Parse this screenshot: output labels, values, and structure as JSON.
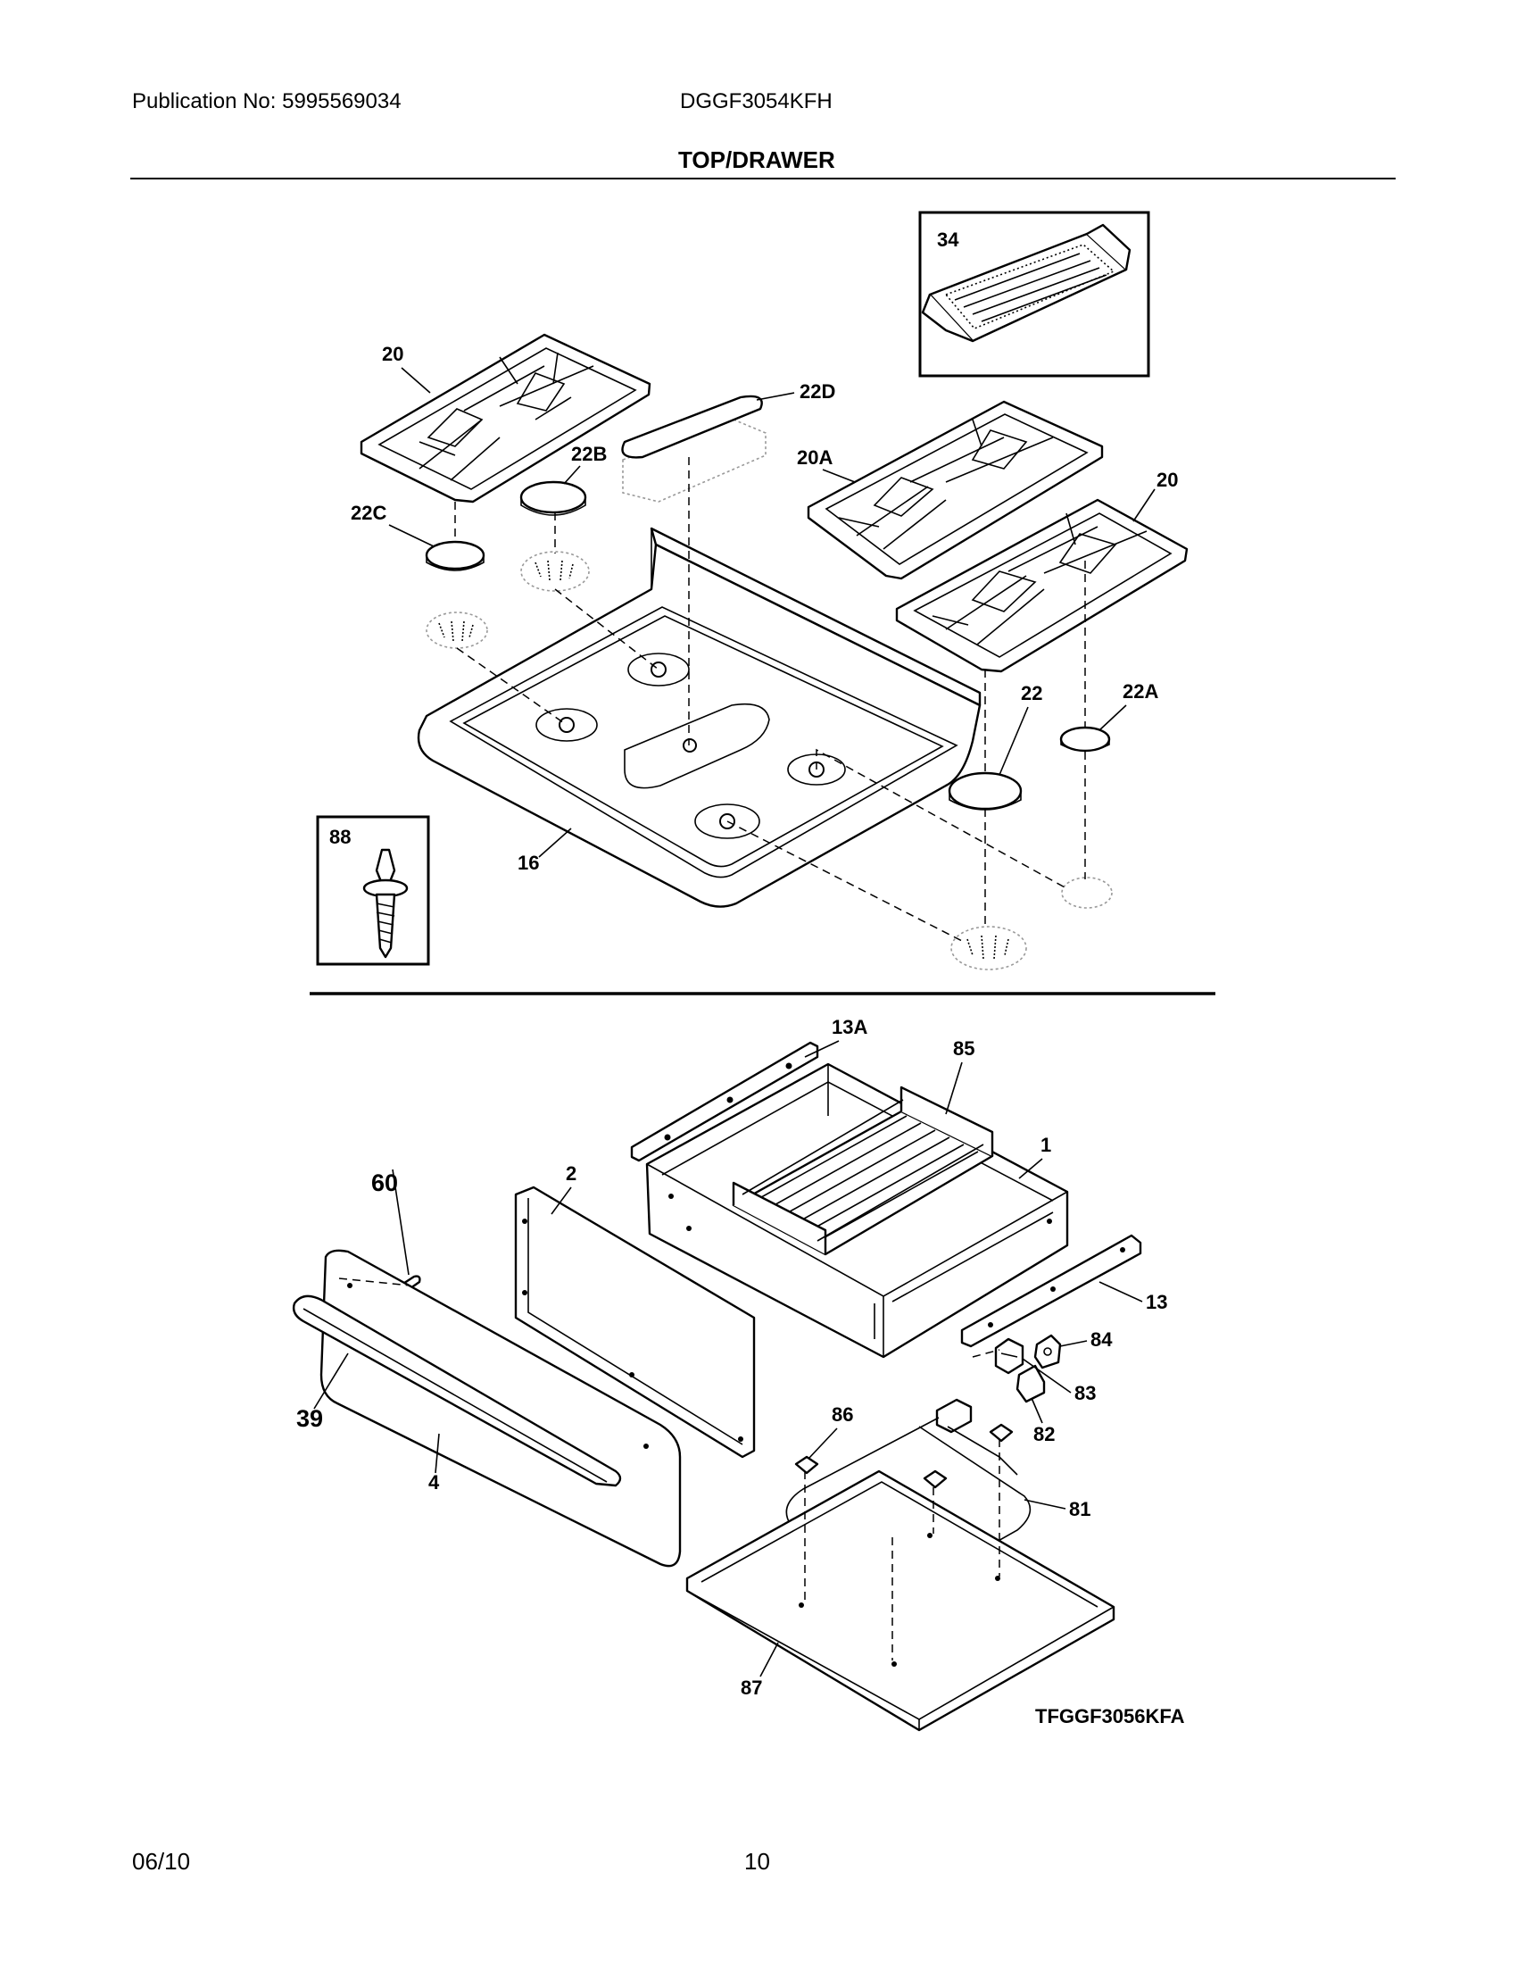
{
  "header": {
    "publication": "Publication No: 5995569034",
    "model": "DGGF3054KFH",
    "section_title": "TOP/DRAWER"
  },
  "parts": {
    "p34": "34",
    "p20_left": "20",
    "p22D": "22D",
    "p22B": "22B",
    "p20A": "20A",
    "p20_right": "20",
    "p22C": "22C",
    "p22": "22",
    "p22A": "22A",
    "p88": "88",
    "p16": "16",
    "p13A": "13A",
    "p85": "85",
    "p1": "1",
    "p60": "60",
    "p2": "2",
    "p13": "13",
    "p84": "84",
    "p83": "83",
    "p39": "39",
    "p86": "86",
    "p82": "82",
    "p4": "4",
    "p81": "81",
    "p87": "87"
  },
  "diagram_code": "TFGGF3056KFA",
  "footer": {
    "date": "06/10",
    "page": "10"
  }
}
